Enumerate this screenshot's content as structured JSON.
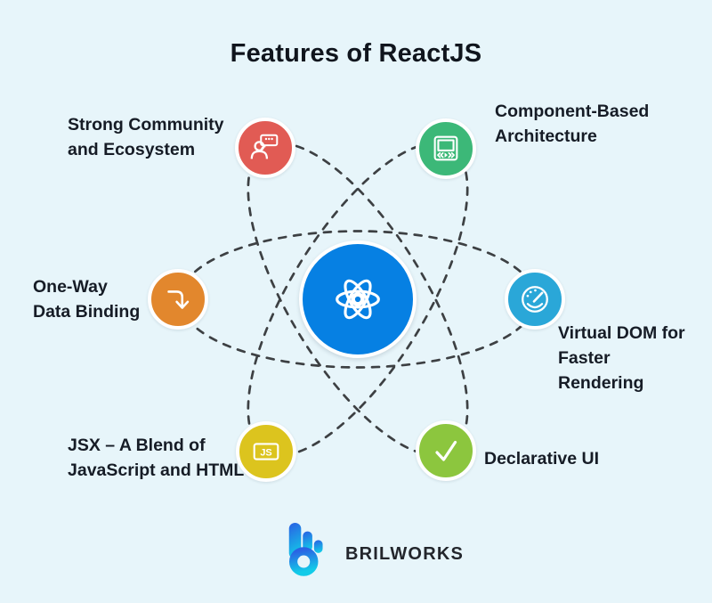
{
  "title": "Features of ReactJS",
  "background_color": "#e7f5fa",
  "text_color": "#161c26",
  "orbit": {
    "dash_color": "#3d4043",
    "style": "dashed-ellipses"
  },
  "center_node": {
    "icon": "react-atom-icon",
    "color": "#0680e3"
  },
  "features": [
    {
      "label": "Strong Community and Ecosystem",
      "lines": [
        "Strong Community",
        "and Ecosystem"
      ],
      "icon": "community-chat-icon",
      "color": "#e15b54"
    },
    {
      "label": "Component-Based Architecture",
      "lines": [
        "Component-Based",
        "Architecture"
      ],
      "icon": "component-screen-icon",
      "color": "#3cb878"
    },
    {
      "label": "One-Way Data Binding",
      "lines": [
        "One-Way",
        "Data Binding"
      ],
      "icon": "one-way-arrow-icon",
      "color": "#e2872d"
    },
    {
      "label": "Virtual DOM for Faster Rendering",
      "lines": [
        "Virtual DOM for",
        "Faster",
        "Rendering"
      ],
      "icon": "speedometer-icon",
      "color": "#2aa7d8"
    },
    {
      "label": "JSX – A Blend of JavaScript and HTML",
      "lines": [
        "JSX – A Blend of",
        "JavaScript and HTML"
      ],
      "icon": "js-badge-icon",
      "badge_text": "JS",
      "color": "#dcc41e"
    },
    {
      "label": "Declarative UI",
      "lines": [
        "Declarative UI"
      ],
      "icon": "checkmark-icon",
      "color": "#8cc63e"
    }
  ],
  "brand": {
    "name": "BRILWORKS",
    "icon": "brilworks-b-icon",
    "gradient_top": "#2a63e4",
    "gradient_bottom": "#12cbe8"
  }
}
